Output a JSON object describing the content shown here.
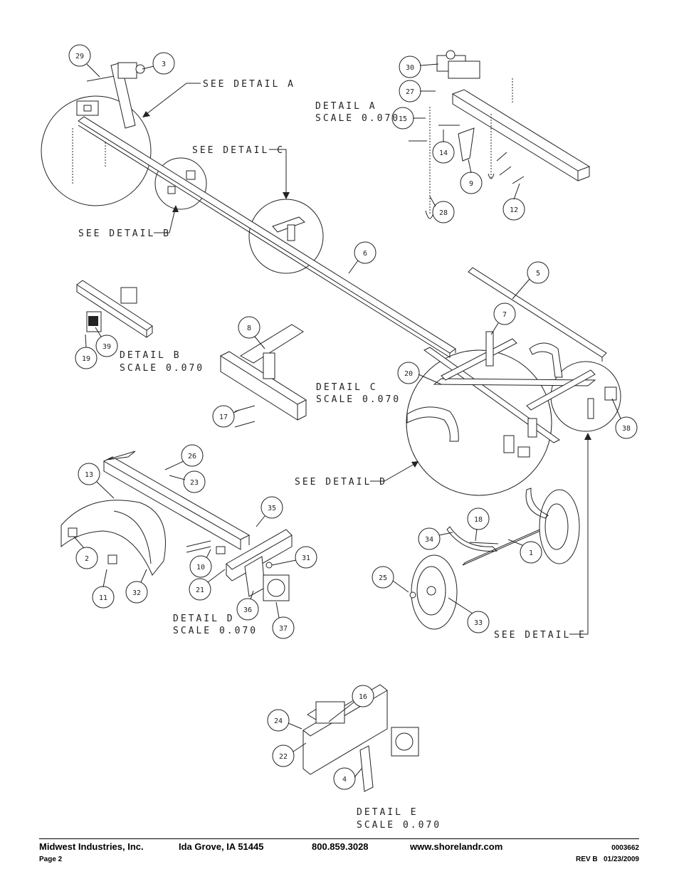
{
  "callouts": [
    "29",
    "3",
    "30",
    "27",
    "15",
    "14",
    "9",
    "28",
    "12",
    "6",
    "5",
    "7",
    "8",
    "17",
    "19",
    "39",
    "20",
    "38",
    "13",
    "26",
    "23",
    "35",
    "31",
    "2",
    "11",
    "32",
    "10",
    "21",
    "36",
    "37",
    "34",
    "18",
    "1",
    "25",
    "33",
    "24",
    "16",
    "22",
    "4"
  ],
  "labels": {
    "see_detail_a": "SEE DETAIL A",
    "see_detail_b": "SEE DETAIL B",
    "see_detail_c": "SEE DETAIL C",
    "see_detail_d": "SEE DETAIL D",
    "see_detail_e": "SEE DETAIL E",
    "detail_a": "DETAIL A",
    "detail_b": "DETAIL B",
    "detail_c": "DETAIL C",
    "detail_d": "DETAIL D",
    "detail_e": "DETAIL E",
    "scale": "SCALE 0.070"
  },
  "footer": {
    "company": "Midwest Industries, Inc.",
    "city": "Ida Grove, IA  51445",
    "phone": "800.859.3028",
    "web": "www.shorelandr.com",
    "doc_number": "0003662",
    "page": "Page 2",
    "revision": "REV B   01/23/2009"
  }
}
